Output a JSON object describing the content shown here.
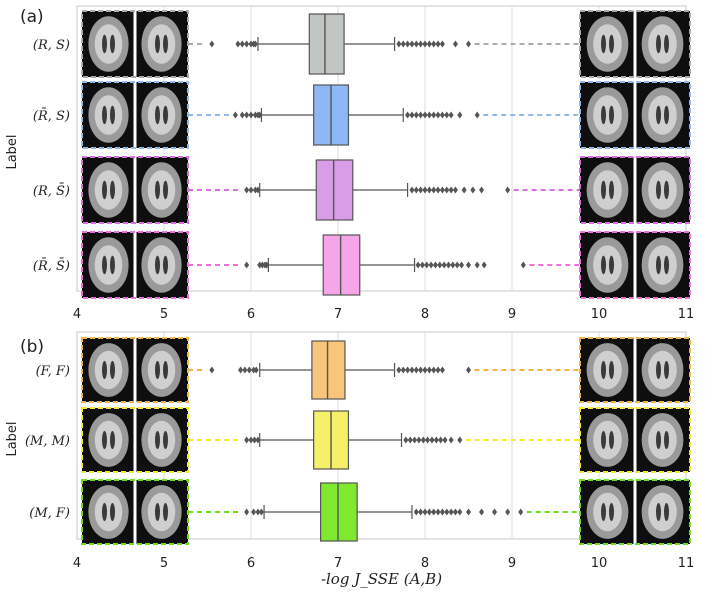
{
  "chart_data": [
    {
      "type": "box",
      "panel_label": "(a)",
      "ylabel": "Label",
      "xlabel": "",
      "xlim": [
        4,
        11
      ],
      "xticks": [
        "4",
        "5",
        "6",
        "7",
        "8",
        "9",
        "10",
        "11"
      ],
      "grid": "vertical",
      "series": [
        {
          "name": "(R, S)",
          "color": "#c2c6c3",
          "line_color": "#a9aca9",
          "whisker_low": 6.08,
          "q1": 6.67,
          "median": 6.85,
          "q3": 7.07,
          "whisker_high": 7.65,
          "outliers_low": [
            5.55,
            5.85,
            5.9,
            5.95,
            6.0,
            6.03,
            6.05
          ],
          "outliers_high": [
            7.7,
            7.75,
            7.8,
            7.85,
            7.9,
            7.95,
            8.0,
            8.05,
            8.1,
            8.15,
            8.2,
            8.35,
            8.5
          ]
        },
        {
          "name": "(R̄, S)",
          "color": "#8db7f5",
          "line_color": "#93b9ee",
          "whisker_low": 6.12,
          "q1": 6.72,
          "median": 6.92,
          "q3": 7.12,
          "whisker_high": 7.75,
          "outliers_low": [
            5.82,
            5.9,
            5.95,
            6.0,
            6.05,
            6.08,
            6.1
          ],
          "outliers_high": [
            7.8,
            7.85,
            7.9,
            7.95,
            8.0,
            8.05,
            8.1,
            8.15,
            8.2,
            8.25,
            8.3,
            8.4,
            8.6
          ]
        },
        {
          "name": "(R, S̄)",
          "color": "#d99de8",
          "line_color": "#d86fe0",
          "whisker_low": 6.1,
          "q1": 6.75,
          "median": 6.95,
          "q3": 7.17,
          "whisker_high": 7.8,
          "outliers_low": [
            5.95,
            6.0,
            6.05,
            6.08
          ],
          "outliers_high": [
            7.85,
            7.9,
            7.95,
            8.0,
            8.05,
            8.1,
            8.15,
            8.2,
            8.25,
            8.3,
            8.35,
            8.45,
            8.55,
            8.65,
            8.95
          ]
        },
        {
          "name": "(R̄, S̄)",
          "color": "#f6a6e8",
          "line_color": "#ee6fe0",
          "whisker_low": 6.2,
          "q1": 6.83,
          "median": 7.03,
          "q3": 7.25,
          "whisker_high": 7.88,
          "outliers_low": [
            5.95,
            6.1,
            6.13,
            6.16,
            6.18
          ],
          "outliers_high": [
            7.92,
            7.97,
            8.02,
            8.07,
            8.12,
            8.17,
            8.22,
            8.27,
            8.32,
            8.37,
            8.42,
            8.5,
            8.6,
            8.68,
            9.13
          ]
        }
      ]
    },
    {
      "type": "box",
      "panel_label": "(b)",
      "ylabel": "Label",
      "xlabel": "-log J_SSE (A,B)",
      "xlim": [
        4,
        11
      ],
      "xticks": [
        "4",
        "5",
        "6",
        "7",
        "8",
        "9",
        "10",
        "11"
      ],
      "grid": "vertical",
      "series": [
        {
          "name": "(F, F)",
          "color": "#f8c67b",
          "line_color": "#f3b34a",
          "whisker_low": 6.1,
          "q1": 6.7,
          "median": 6.88,
          "q3": 7.08,
          "whisker_high": 7.65,
          "outliers_low": [
            5.55,
            5.88,
            5.93,
            5.98,
            6.03,
            6.06
          ],
          "outliers_high": [
            7.7,
            7.75,
            7.8,
            7.85,
            7.9,
            7.95,
            8.0,
            8.05,
            8.1,
            8.15,
            8.2,
            8.5
          ]
        },
        {
          "name": "(M, M)",
          "color": "#f6f069",
          "line_color": "#f3e92f",
          "whisker_low": 6.1,
          "q1": 6.72,
          "median": 6.92,
          "q3": 7.12,
          "whisker_high": 7.73,
          "outliers_low": [
            5.95,
            6.0,
            6.04,
            6.08
          ],
          "outliers_high": [
            7.78,
            7.83,
            7.88,
            7.93,
            7.98,
            8.03,
            8.08,
            8.13,
            8.18,
            8.23,
            8.3,
            8.4
          ]
        },
        {
          "name": "(M, F)",
          "color": "#7ee92f",
          "line_color": "#6edc25",
          "whisker_low": 6.15,
          "q1": 6.8,
          "median": 7.0,
          "q3": 7.22,
          "whisker_high": 7.85,
          "outliers_low": [
            5.95,
            6.03,
            6.08,
            6.12
          ],
          "outliers_high": [
            7.9,
            7.95,
            8.0,
            8.05,
            8.1,
            8.15,
            8.2,
            8.25,
            8.3,
            8.35,
            8.4,
            8.5,
            8.65,
            8.8,
            8.95,
            9.1
          ]
        }
      ]
    }
  ]
}
